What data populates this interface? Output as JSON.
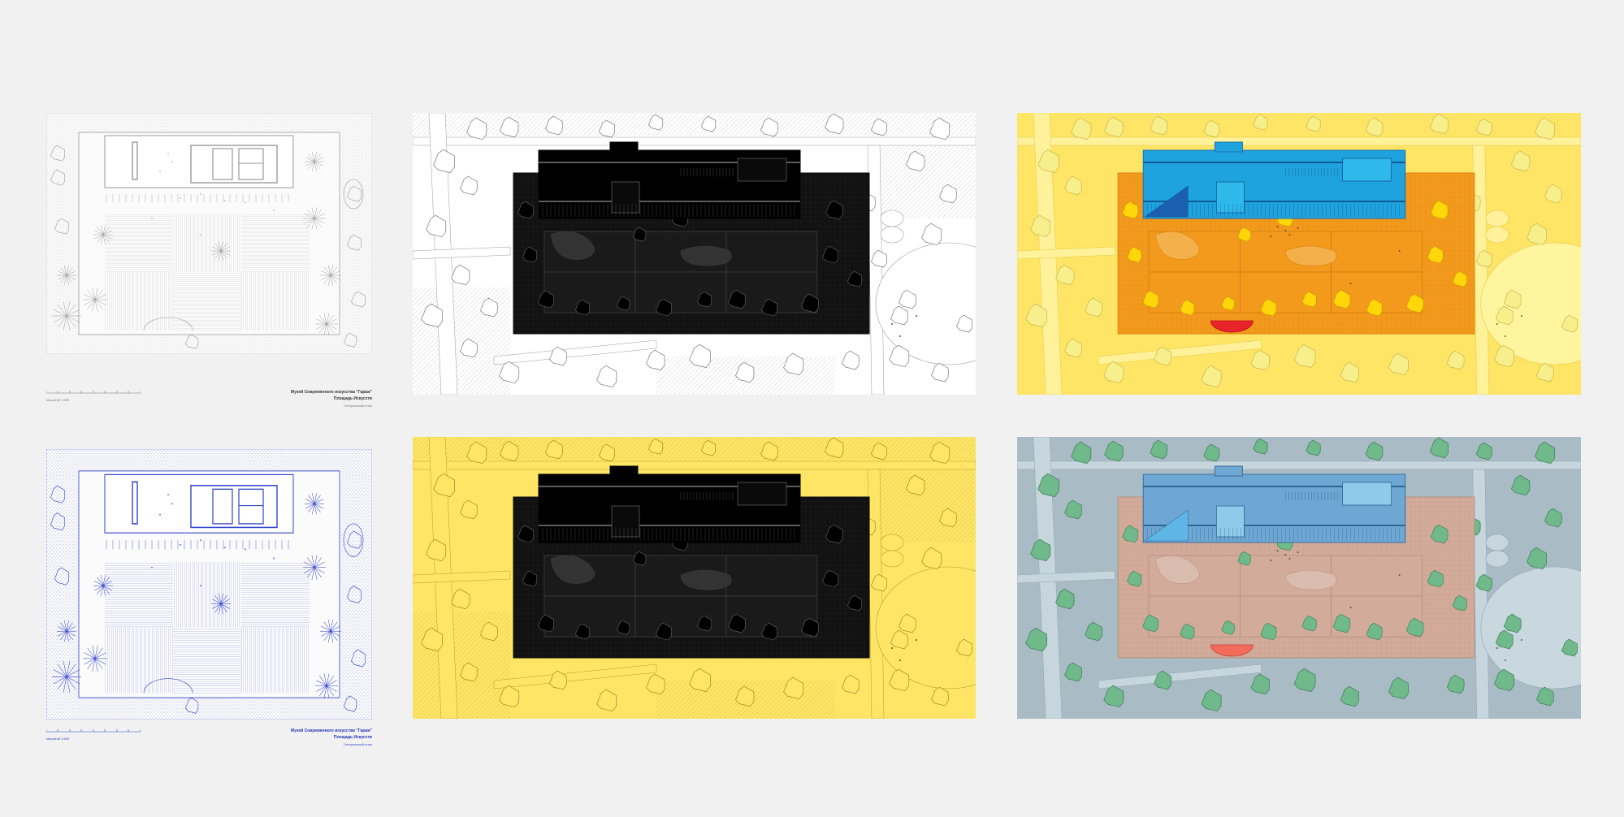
{
  "palette": {
    "background": "#f1f1f1",
    "gray_plan": "#9a9a9a",
    "blue_plan": "#3344cc",
    "yellow": "#ffe565",
    "orange": "#f39a1c",
    "building_blue": "#1fa3df",
    "red": "#e8232a",
    "slate": "#a9bcc6",
    "tree_green": "#6fb98a",
    "roof_blue": "#6ea7d4",
    "terrace_pink": "#d2ab9a"
  },
  "captions": {
    "gray": {
      "title": "Музей Современного искусства \"Гараж\"",
      "subtitle": "Площадь Искусств",
      "note": "Генеральный план",
      "scale": "Масштаб 1:500"
    },
    "blue": {
      "title": "Музей Современного искусства \"Гараж\"",
      "subtitle": "Площадь Искусств",
      "note": "Генеральный план",
      "scale": "Масштаб 1:500"
    }
  },
  "panels": [
    {
      "id": "gray-site-plan",
      "style": "lineart-gray"
    },
    {
      "id": "bw-site-plan",
      "style": "black-white"
    },
    {
      "id": "yellow-orange-site-plan",
      "style": "yellow-orange-blue"
    },
    {
      "id": "blue-site-plan",
      "style": "lineart-blue"
    },
    {
      "id": "yellow-black-site-plan",
      "style": "yellow-black"
    },
    {
      "id": "green-slate-site-plan",
      "style": "slate-green"
    }
  ]
}
